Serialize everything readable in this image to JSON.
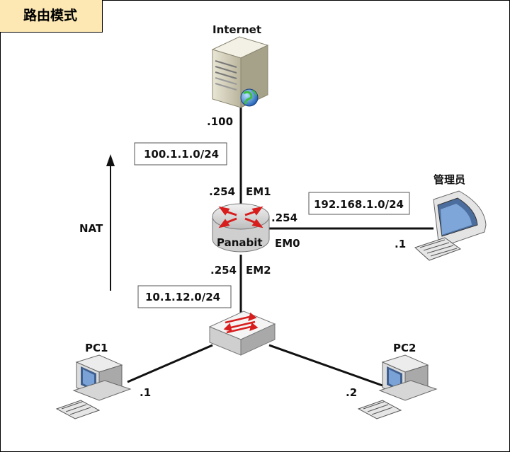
{
  "title": "路由模式",
  "nodes": {
    "internet": {
      "label": "Internet",
      "interface": ".100"
    },
    "router": {
      "label": "Panabit",
      "em1": "EM1",
      "em1_ip": ".254",
      "em0": "EM0",
      "em0_ip": ".254",
      "em2": "EM2",
      "em2_ip": ".254"
    },
    "admin": {
      "label": "管理员",
      "ip": ".1"
    },
    "pc1": {
      "label": "PC1",
      "ip": ".1"
    },
    "pc2": {
      "label": "PC2",
      "ip": ".2"
    }
  },
  "subnets": {
    "wan": "100.1.1.0/24",
    "mgmt": "192.168.1.0/24",
    "lan": "10.1.12.0/24"
  },
  "nat_label": "NAT"
}
